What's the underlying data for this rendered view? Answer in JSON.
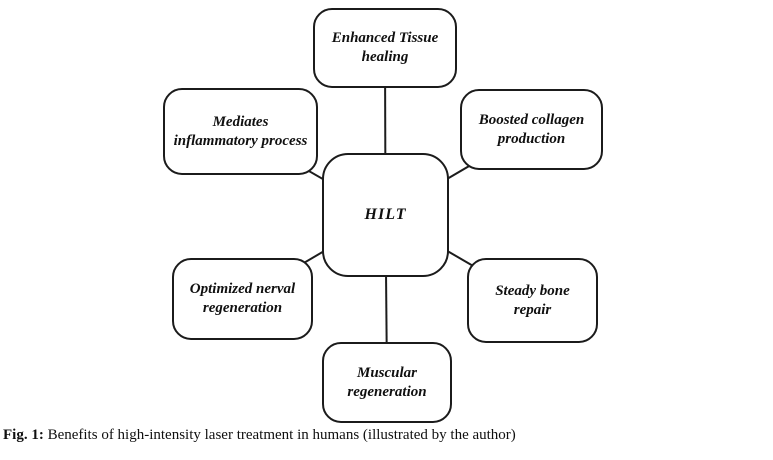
{
  "diagram": {
    "center": {
      "label": "HILT"
    },
    "nodes": [
      {
        "id": "enhanced-tissue-healing",
        "position": "top",
        "label": "Enhanced Tissue healing"
      },
      {
        "id": "mediates-inflammatory-process",
        "position": "upper-left",
        "label": "Mediates inflammatory process"
      },
      {
        "id": "boosted-collagen-production",
        "position": "upper-right",
        "label": "Boosted collagen production"
      },
      {
        "id": "optimized-nerval-regeneration",
        "position": "lower-left",
        "label": "Optimized nerval regeneration"
      },
      {
        "id": "steady-bone-repair",
        "position": "lower-right",
        "label": "Steady bone repair"
      },
      {
        "id": "muscular-regeneration",
        "position": "bottom",
        "label": "Muscular regeneration"
      }
    ]
  },
  "caption": {
    "label": "Fig. 1:",
    "text": " Benefits of high-intensity laser treatment in humans (illustrated by the author)"
  },
  "colors": {
    "background": "#ffffff",
    "box_border": "#1b1b1b",
    "connector_line": "#1c1c1c",
    "text": "#101010"
  }
}
